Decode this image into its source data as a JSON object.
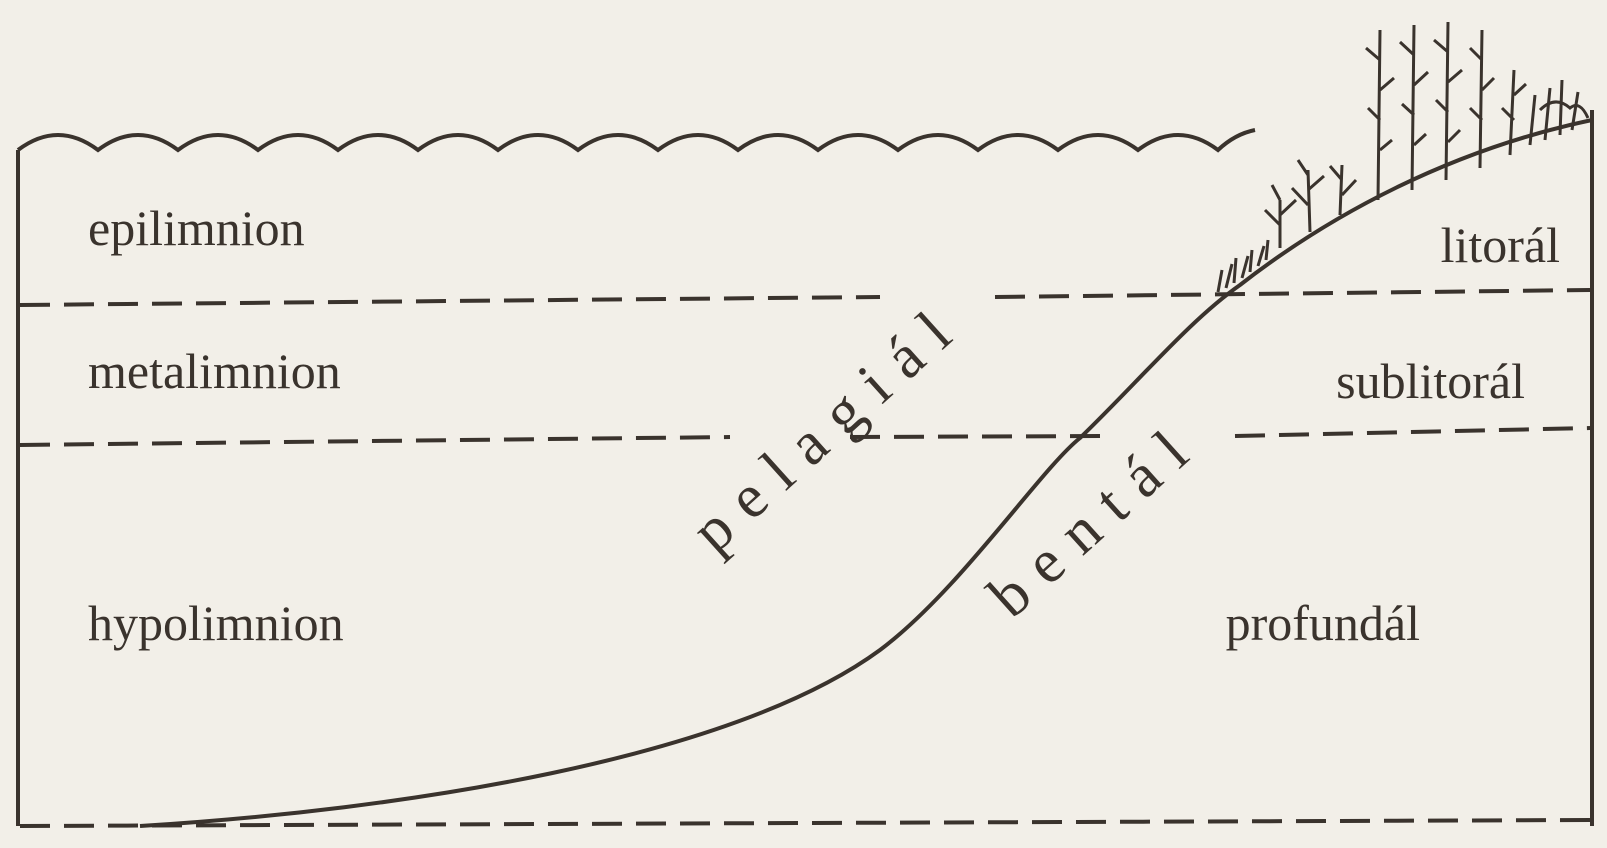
{
  "diagram": {
    "layers": {
      "epilimnion": "epilimnion",
      "metalimnion": "metalimnion",
      "hypolimnion": "hypolimnion"
    },
    "zones": {
      "litoral": "litorál",
      "sublitoral": "sublitorál",
      "profundal": "profundál",
      "pelagial": "pelagiál",
      "bental": "bentál"
    },
    "colors": {
      "ink": "#3a332d",
      "paper": "#f2efe8"
    }
  }
}
